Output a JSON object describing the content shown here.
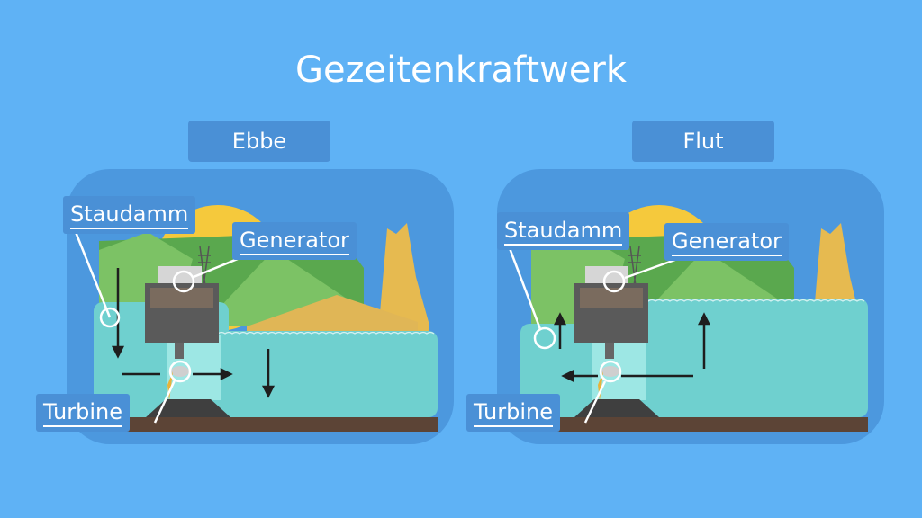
{
  "title": "Gezeitenkraftwerk",
  "panels": [
    {
      "tab": "Ebbe",
      "labels": {
        "dam": "Staudamm",
        "generator": "Generator",
        "turbine": "Turbine"
      }
    },
    {
      "tab": "Flut",
      "labels": {
        "dam": "Staudamm",
        "generator": "Generator",
        "turbine": "Turbine"
      }
    }
  ],
  "colors": {
    "background": "#5fb2f5",
    "panel": "#4c98de",
    "label": "#4a90d6",
    "water": "#6fd0cf",
    "hill_dark": "#5aa84e",
    "hill_light": "#7cc265",
    "sun": "#f5c93c",
    "cliff": "#e6ba50",
    "ground": "#5c4436"
  }
}
